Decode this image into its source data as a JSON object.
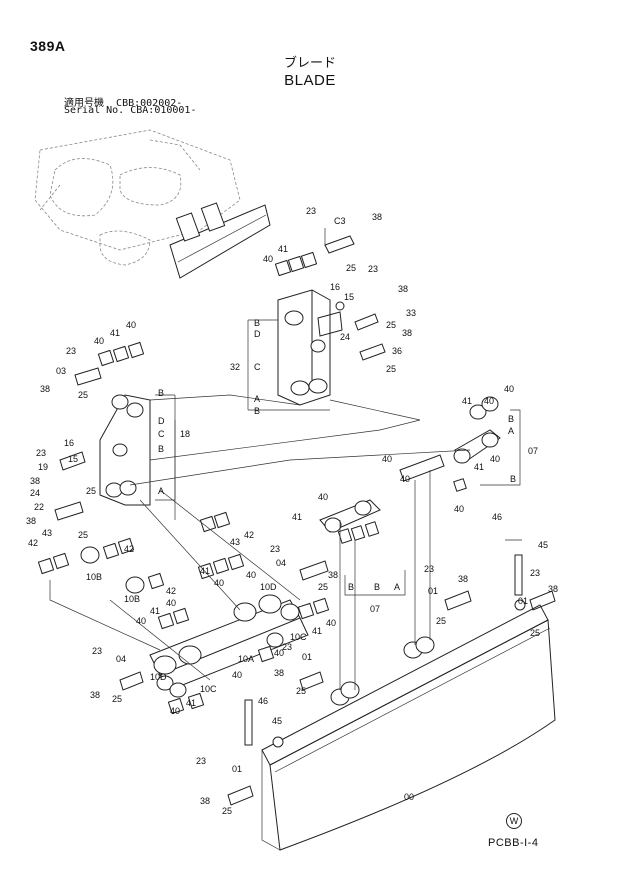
{
  "header": {
    "page_code": "389A",
    "title_jp": "ブレード",
    "title_en": "BLADE",
    "serial_jp_label": "適用号機",
    "serial_jp_value": "CBB:002002-",
    "serial_en_label": "Serial No.",
    "serial_en_value": "CBA:010001-"
  },
  "footer": {
    "code": "PCBB-I-4",
    "mark": "W"
  },
  "callouts": {
    "c1": "23",
    "c2": "C3",
    "c3": "38",
    "c4": "41",
    "c5": "40",
    "c6": "25",
    "c7": "23",
    "c8": "16",
    "c9": "38",
    "c10": "15",
    "c11": "33",
    "c12": "25",
    "c13": "38",
    "c14": "24",
    "c15": "36",
    "c16": "25",
    "c17": "B",
    "c18": "D",
    "c19": "32",
    "c20": "C",
    "c21": "A",
    "c22": "B",
    "c23": "41",
    "c24": "40",
    "c25": "40",
    "c26": "23",
    "c27": "03",
    "c28": "38",
    "c29": "25",
    "c30": "B",
    "c31": "D",
    "c32": "C",
    "c33": "18",
    "c34": "B",
    "c35": "A",
    "c36": "23",
    "c37": "16",
    "c38": "15",
    "c39": "19",
    "c40": "38",
    "c41": "24",
    "c42": "25",
    "c43": "22",
    "c44": "38",
    "c45": "25",
    "c46": "43",
    "c47": "42",
    "c48": "42",
    "c49": "40",
    "c50": "41",
    "c51": "40",
    "c52": "B",
    "c53": "A",
    "c54": "07",
    "c55": "40",
    "c56": "41",
    "c57": "40",
    "c58": "B",
    "c59": "40",
    "c60": "40",
    "c61": "41",
    "c62": "40",
    "c63": "43",
    "c64": "42",
    "c65": "23",
    "c66": "04",
    "c67": "38",
    "c68": "25",
    "c69": "10B",
    "c70": "42",
    "c71": "41",
    "c72": "40",
    "c73": "40",
    "c74": "10D",
    "c75": "10B",
    "c76": "40",
    "c77": "41",
    "c78": "40",
    "c79": "10C",
    "c80": "41",
    "c81": "40",
    "c82": "B",
    "c83": "B",
    "c84": "A",
    "c85": "07",
    "c86": "46",
    "c87": "45",
    "c88": "23",
    "c89": "38",
    "c90": "01",
    "c91": "23",
    "c92": "38",
    "c93": "01",
    "c94": "25",
    "c95": "25",
    "c96": "23",
    "c97": "04",
    "c98": "38",
    "c99": "25",
    "c100": "10D",
    "c101": "10A",
    "c102": "40",
    "c103": "10C",
    "c104": "40",
    "c105": "41",
    "c106": "40",
    "c107": "23",
    "c108": "01",
    "c109": "38",
    "c110": "25",
    "c111": "46",
    "c112": "45",
    "c113": "23",
    "c114": "01",
    "c115": "38",
    "c116": "25",
    "c117": "00"
  }
}
